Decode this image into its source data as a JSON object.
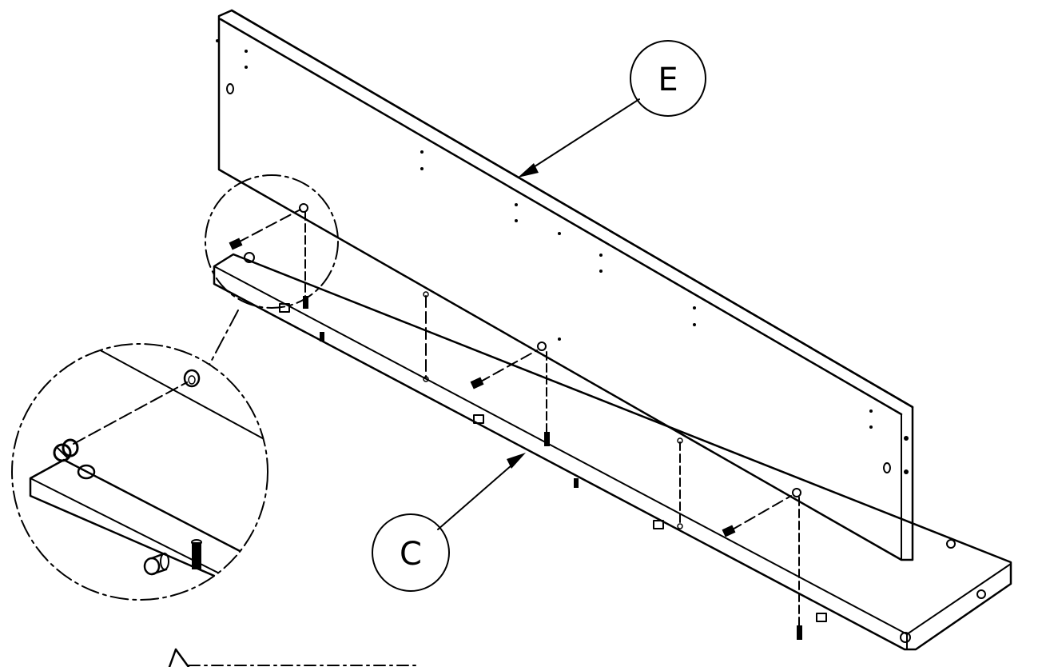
{
  "diagram": {
    "callouts": [
      {
        "id": "panel-e",
        "label": "E"
      },
      {
        "id": "panel-c",
        "label": "C"
      }
    ],
    "detail_view": {
      "magnified": true
    },
    "colors": {
      "ink": "#000000",
      "paper": "#ffffff"
    }
  }
}
